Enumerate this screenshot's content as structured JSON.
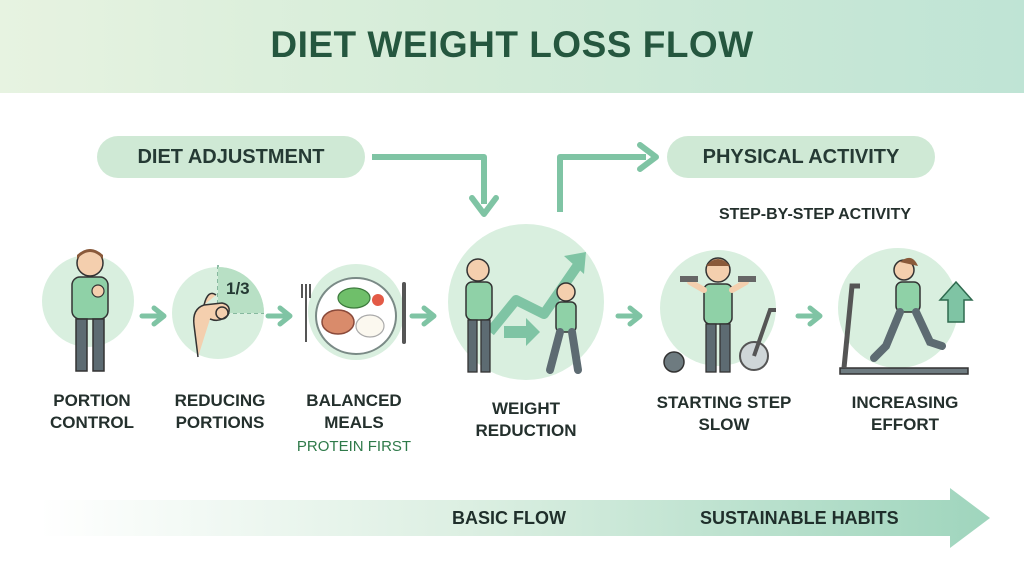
{
  "header": {
    "title": "DIET WEIGHT LOSS FLOW"
  },
  "sections": {
    "diet": "DIET ADJUSTMENT",
    "activity": "PHYSICAL ACTIVITY",
    "activity_subtitle": "STEP-BY-STEP ACTIVITY"
  },
  "steps": [
    {
      "line1": "PORTION",
      "line2": "CONTROL"
    },
    {
      "line1": "REDUCING",
      "line2": "PORTIONS",
      "badge": "1/3"
    },
    {
      "line1": "BALANCED",
      "line2": "MEALS",
      "note": "PROTEIN FIRST"
    },
    {
      "line1": "WEIGHT",
      "line2": "REDUCTION"
    },
    {
      "line1": "STARTING STEP",
      "line2": "SLOW"
    },
    {
      "line1": "INCREASING",
      "line2": "EFFORT"
    }
  ],
  "bottom": {
    "left_text": "BASIC FLOW",
    "right_text": "SUSTAINABLE HABITS"
  },
  "colors": {
    "header_green": "#25573f",
    "circle": "#d9efdf",
    "arrow": "#7fc4a4",
    "skin": "#f4cfae",
    "shirt": "#8fd1a7",
    "pants": "#5d6b72",
    "hair": "#8a5a3a"
  }
}
